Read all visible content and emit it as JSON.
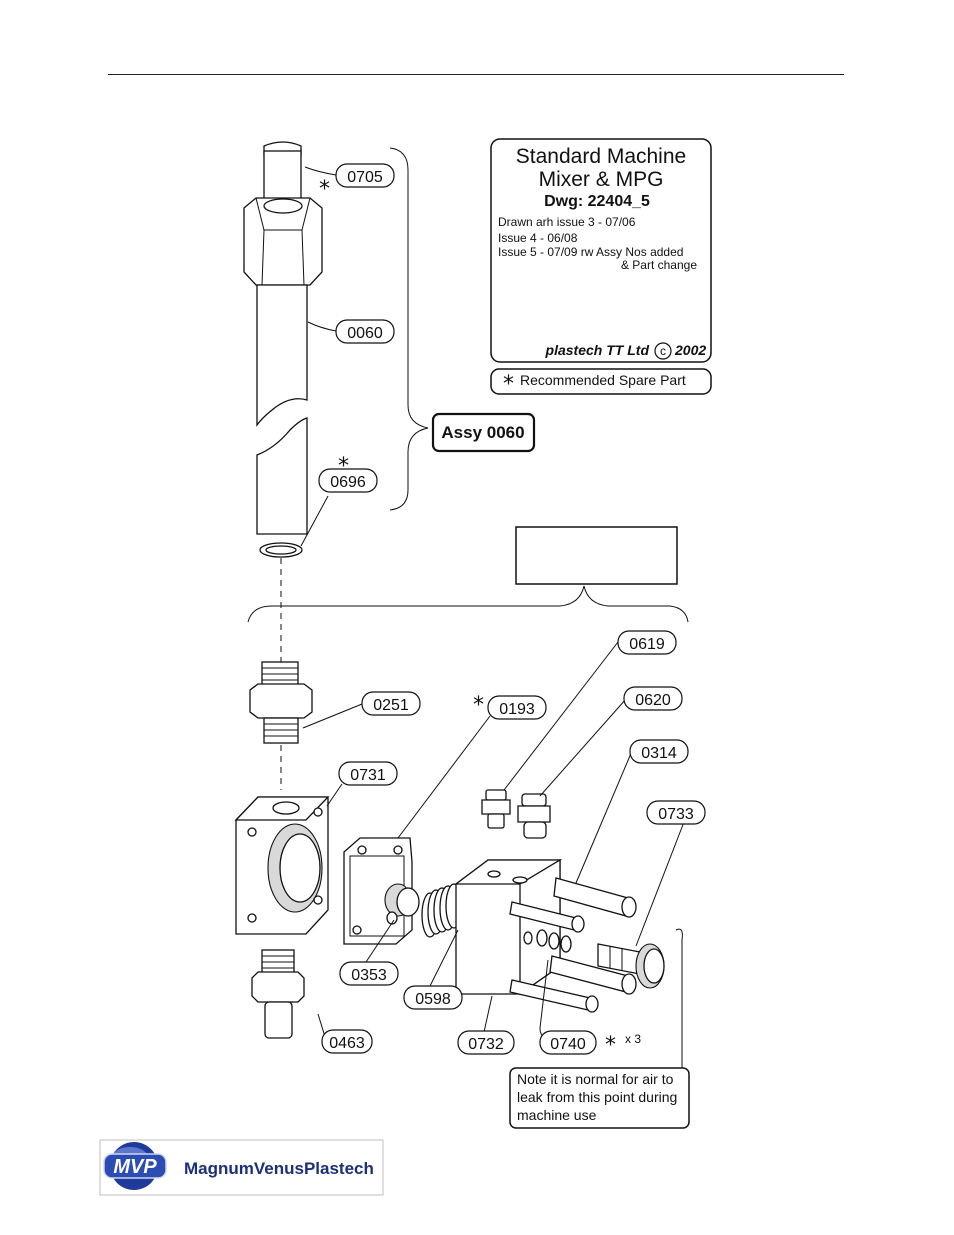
{
  "title_block": {
    "line1": "Standard Machine",
    "line2": "Mixer & MPG",
    "dwg": "Dwg: 22404_5",
    "rev1": "Drawn arh issue 3 - 07/06",
    "rev2": "Issue 4 - 06/08",
    "rev3": "Issue 5 - 07/09 rw Assy Nos added",
    "rev3b": "& Part change",
    "copyright": "plastech TT Ltd",
    "copyright_symbol": "c",
    "copyright_year": "2002"
  },
  "legend": {
    "star": "*",
    "text": "Recommended Spare Part"
  },
  "assembly_label": "Assy 0060",
  "part_numbers": {
    "p0705": "0705",
    "p0060": "0060",
    "p0696": "0696",
    "p0619": "0619",
    "p0620": "0620",
    "p0251": "0251",
    "p0193": "0193",
    "p0314": "0314",
    "p0731": "0731",
    "p0733": "0733",
    "p0353": "0353",
    "p0598": "0598",
    "p0463": "0463",
    "p0732": "0732",
    "p0740": "0740"
  },
  "quantity_note": "x 3",
  "air_note": {
    "line1": "Note it is normal for air to",
    "line2": "leak from this point during",
    "line3": "machine use"
  },
  "logo": {
    "badge": "MVP",
    "name": "MagnumVenusPlastech",
    "colors": {
      "badge": "#1e3a9a",
      "text": "#1b2f7a"
    }
  }
}
